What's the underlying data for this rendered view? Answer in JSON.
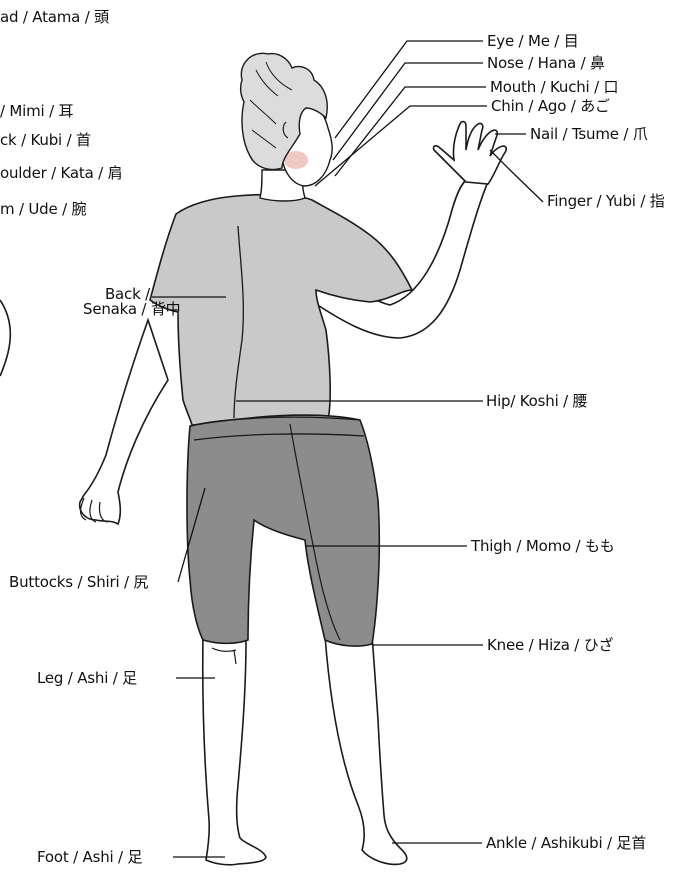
{
  "colors": {
    "ink": "#1a1a1a",
    "shirt": "#c9c9c9",
    "shorts": "#8c8c8c",
    "skin": "#ffffff",
    "blush": "#f0c8c4",
    "hair": "#dcdcdc"
  },
  "labels": {
    "head": "ad / Atama / 頭",
    "ear": "/ Mimi / 耳",
    "neck": "ck / Kubi / 首",
    "shoulder": "oulder / Kata / 肩",
    "arm": "m / Ude / 腕",
    "eye": "Eye / Me / 目",
    "nose": "Nose / Hana / 鼻",
    "mouth": "Mouth / Kuchi / 口",
    "chin": "Chin / Ago / あご",
    "nail": "Nail / Tsume / 爪",
    "finger": "Finger / Yubi / 指",
    "back_line1": "Back /",
    "back_line2": "Senaka / 背中",
    "hip": "Hip/ Koshi / 腰",
    "thigh": "Thigh / Momo / もも",
    "buttocks": "Buttocks / Shiri / 尻",
    "knee": "Knee / Hiza / ひざ",
    "leg": "Leg / Ashi / 足",
    "ankle": "Ankle / Ashikubi / 足首",
    "foot": "Foot / Ashi / 足"
  }
}
